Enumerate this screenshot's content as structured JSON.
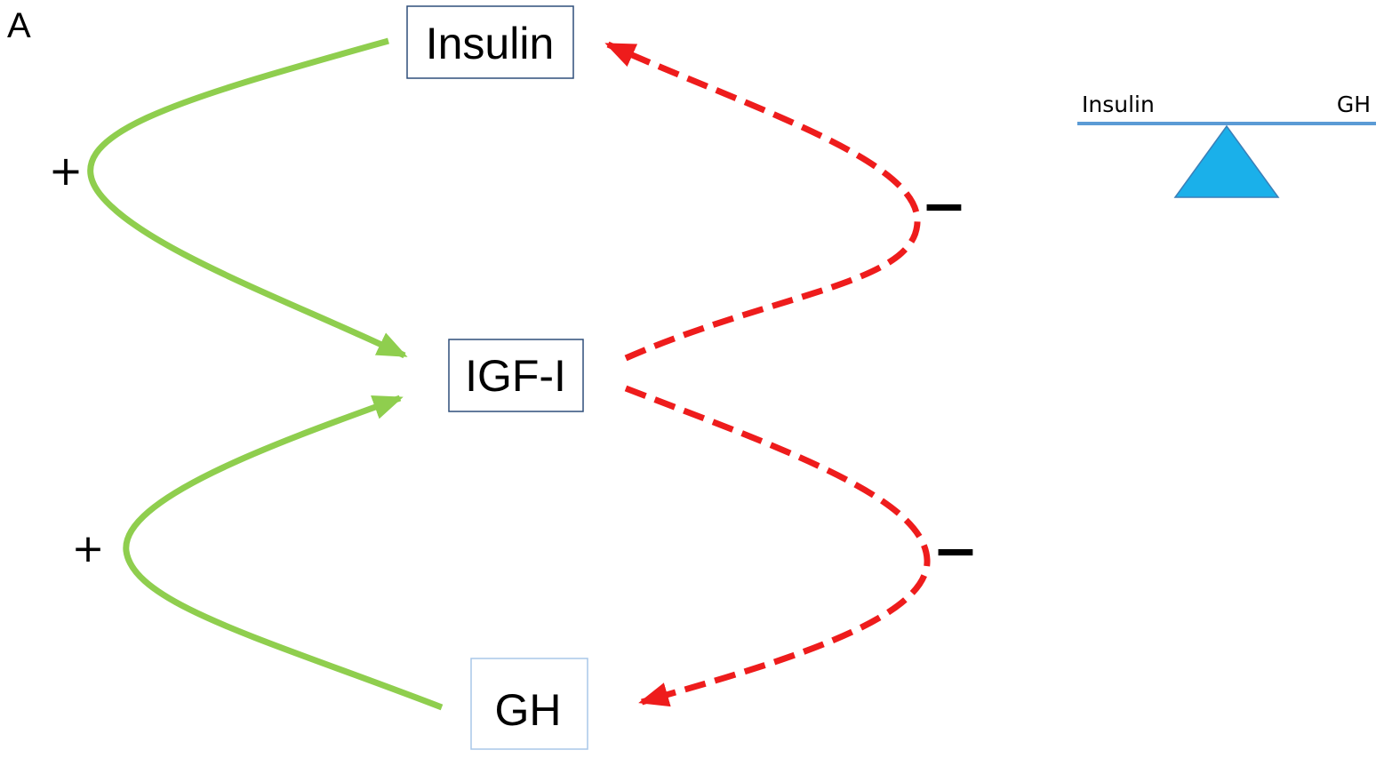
{
  "panel_label": "A",
  "nodes": {
    "insulin": "Insulin",
    "igf1": "IGF-I",
    "gh": "GH"
  },
  "signs": {
    "insulin_to_igf1": "+",
    "gh_to_igf1": "+",
    "igf1_to_insulin": "−",
    "igf1_to_gh": "−"
  },
  "balance": {
    "left_label": "Insulin",
    "right_label": "GH"
  },
  "colors": {
    "stimulation_arrow": "#8fce4e",
    "inhibition_arrow": "#ee1c1c",
    "insulin_box_border": "#2f4e7a",
    "igf1_box_border": "#2f4e7a",
    "gh_box_border": "#a9c7e8",
    "beam": "#5b9bd5",
    "fulcrum": "#1ab0ea"
  }
}
